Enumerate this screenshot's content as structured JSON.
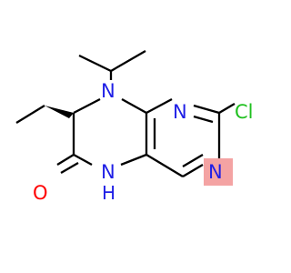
{
  "atoms": {
    "n8": "N",
    "n1": "N",
    "n3": "N",
    "cl": "Cl",
    "o": "O",
    "nh": "H",
    "nh_n": "N"
  },
  "colors": {
    "bond": "#000000",
    "nitrogen": "#1f1fe6",
    "chlorine": "#1fc01f",
    "oxygen": "#ff0000",
    "highlight": "#f4a3a3"
  }
}
